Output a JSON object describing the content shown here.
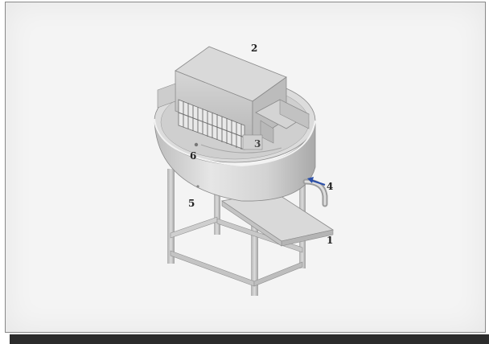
{
  "callouts": {
    "c1": "1",
    "c2": "2",
    "c3": "3",
    "c4": "4",
    "c5": "5",
    "c6": "6"
  },
  "colors": {
    "background": "#f4f4f4",
    "metal_light": "#e2e2e2",
    "metal_mid": "#c9c9c9",
    "metal_dark": "#9a9a9a",
    "arrow_blue": "#2b4fa8",
    "bottom_bar": "#2c2c2c"
  }
}
